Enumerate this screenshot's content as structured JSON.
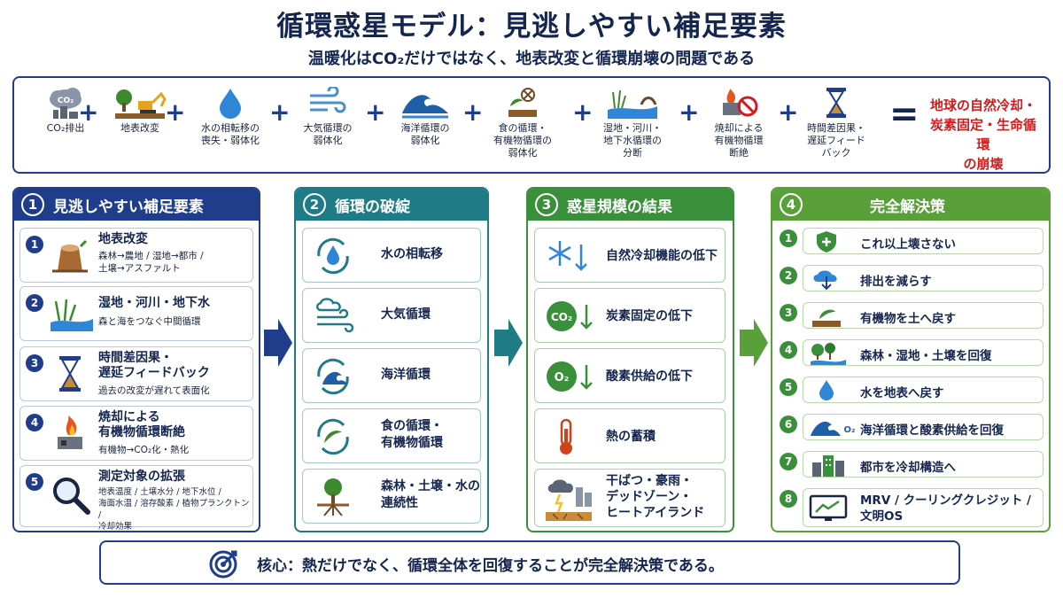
{
  "title": "循環惑星モデル：見逃しやすい補足要素",
  "subtitle": "温暖化はCO₂だけではなく、地表改変と循環崩壊の問題である",
  "equation": {
    "items": [
      {
        "label": "CO₂排出",
        "icon": "co2-cloud-icon"
      },
      {
        "label": "地表改変",
        "icon": "excavator-icon"
      },
      {
        "label": "水の相転移の\n喪失・弱体化",
        "icon": "water-drop-icon"
      },
      {
        "label": "大気循環の\n弱体化",
        "icon": "wind-icon"
      },
      {
        "label": "海洋循環の\n弱体化",
        "icon": "wave-icon"
      },
      {
        "label": "食の循環・\n有機物循環の\n弱体化",
        "icon": "leaf-soil-icon"
      },
      {
        "label": "湿地・河川・\n地下水循環の\n分断",
        "icon": "wetland-icon"
      },
      {
        "label": "焼却による\n有機物循環\n断絶",
        "icon": "incineration-icon"
      },
      {
        "label": "時間差因果・\n遅延フィード\nバック",
        "icon": "hourglass-icon"
      }
    ],
    "plus": "+",
    "equals": "=",
    "result": "地球の自然冷却・\n炭素固定・生命循環\nの崩壊"
  },
  "col1": {
    "num": "1",
    "title": "見逃しやすい補足要素",
    "items": [
      {
        "num": "1",
        "title": "地表改変",
        "sub": "森林→農地 / 湿地→都市 /\n土壌→アスファルト",
        "icon": "tree-stump-icon"
      },
      {
        "num": "2",
        "title": "湿地・河川・地下水",
        "sub": "森と海をつなぐ中間循環",
        "icon": "wetland-icon"
      },
      {
        "num": "3",
        "title": "時間差因果・\n遅延フィードバック",
        "sub": "過去の改変が遅れて表面化",
        "icon": "hourglass-icon"
      },
      {
        "num": "4",
        "title": "焼却による\n有機物循環断絶",
        "sub": "有機物→CO₂化・熱化",
        "icon": "incinerator-fire-icon"
      },
      {
        "num": "5",
        "title": "測定対象の拡張",
        "sub": "地表温度 / 土壌水分 / 地下水位 /\n海面水温 / 溶存酸素 / 植物プランクトン /\n冷却効果",
        "icon": "magnifier-icon"
      }
    ]
  },
  "col2": {
    "num": "2",
    "title": "循環の破綻",
    "items": [
      {
        "title": "水の相転移",
        "icon": "water-cycle-icon"
      },
      {
        "title": "大気循環",
        "icon": "air-cycle-icon"
      },
      {
        "title": "海洋循環",
        "icon": "ocean-cycle-icon"
      },
      {
        "title": "食の循環・\n有機物循環",
        "icon": "food-cycle-icon"
      },
      {
        "title": "森林・土壌・水の\n連続性",
        "icon": "tree-roots-icon"
      }
    ]
  },
  "col3": {
    "num": "3",
    "title": "惑星規模の結果",
    "items": [
      {
        "title": "自然冷却機能の低下",
        "icon": "snowflake-down-icon"
      },
      {
        "title": "炭素固定の低下",
        "icon": "co2-down-icon"
      },
      {
        "title": "酸素供給の低下",
        "icon": "o2-down-icon"
      },
      {
        "title": "熱の蓄積",
        "icon": "thermometer-icon"
      },
      {
        "title": "干ばつ・豪雨・\nデッドゾーン・\nヒートアイランド",
        "icon": "extreme-weather-icon"
      }
    ],
    "co2": "CO₂",
    "o2": "O₂"
  },
  "col4": {
    "num": "4",
    "title": "完全解決策",
    "items": [
      {
        "num": "1",
        "title": "これ以上壊さない",
        "icon": "shield-plus-icon"
      },
      {
        "num": "2",
        "title": "排出を減らす",
        "icon": "cloud-download-icon"
      },
      {
        "num": "3",
        "title": "有機物を土へ戻す",
        "icon": "leaf-soil-icon"
      },
      {
        "num": "4",
        "title": "森林・湿地・土壌を回復",
        "icon": "forest-icon"
      },
      {
        "num": "5",
        "title": "水を地表へ戻す",
        "icon": "water-drop-icon"
      },
      {
        "num": "6",
        "title": "海洋循環と酸素供給を回復",
        "icon": "wave-o2-icon"
      },
      {
        "num": "7",
        "title": "都市を冷却構造へ",
        "icon": "buildings-icon"
      },
      {
        "num": "8",
        "title": "MRV / クーリングクレジット /\n文明OS",
        "icon": "monitor-chart-icon"
      }
    ],
    "o2": "O₂"
  },
  "core": {
    "text": "核心：熱だけでなく、循環全体を回復することが完全解決策である。",
    "icon": "target-icon"
  },
  "colors": {
    "navy": "#1f3d8a",
    "teal": "#1f7b86",
    "green": "#3a8f3a",
    "lightgreen": "#5aa03a",
    "red": "#d01c1c"
  }
}
